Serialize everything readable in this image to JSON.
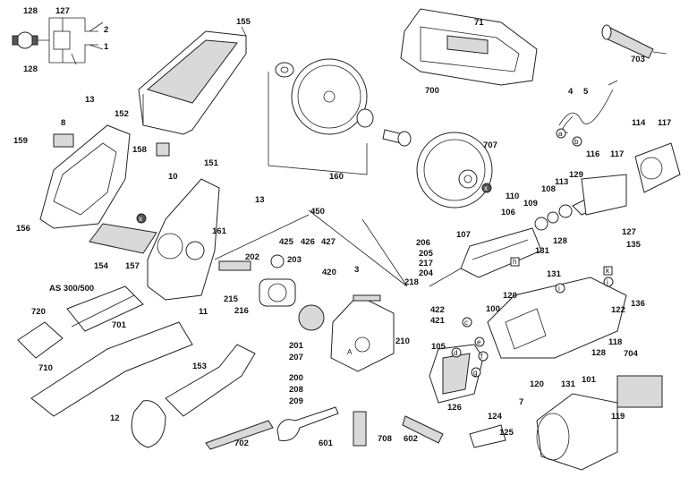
{
  "diagram": {
    "part_numbers": [
      "128",
      "127",
      "128",
      "155",
      "71",
      "700",
      "703",
      "4",
      "5",
      "13",
      "152",
      "8",
      "159",
      "158",
      "10",
      "151",
      "13",
      "160",
      "707",
      "114",
      "117",
      "116",
      "117",
      "129",
      "113",
      "108",
      "110",
      "109",
      "106",
      "107",
      "206",
      "205",
      "217",
      "204",
      "218",
      "131",
      "128",
      "127",
      "135",
      "156",
      "154",
      "157",
      "161",
      "450",
      "425",
      "426",
      "427",
      "202",
      "203",
      "215",
      "216",
      "420",
      "3",
      "422",
      "421",
      "210",
      "201",
      "207",
      "200",
      "208",
      "209",
      "AS 300/500",
      "720",
      "701",
      "710",
      "153",
      "12",
      "702",
      "601",
      "708",
      "602",
      "105",
      "126",
      "124",
      "125",
      "7",
      "100",
      "120",
      "131",
      "128",
      "120",
      "131",
      "122",
      "118",
      "136",
      "101",
      "704",
      "119",
      "11",
      "1",
      "2"
    ],
    "callout_letters": [
      "a",
      "b",
      "c",
      "d",
      "e",
      "f",
      "g",
      "h",
      "i",
      "j",
      "k",
      "A",
      "x"
    ]
  }
}
